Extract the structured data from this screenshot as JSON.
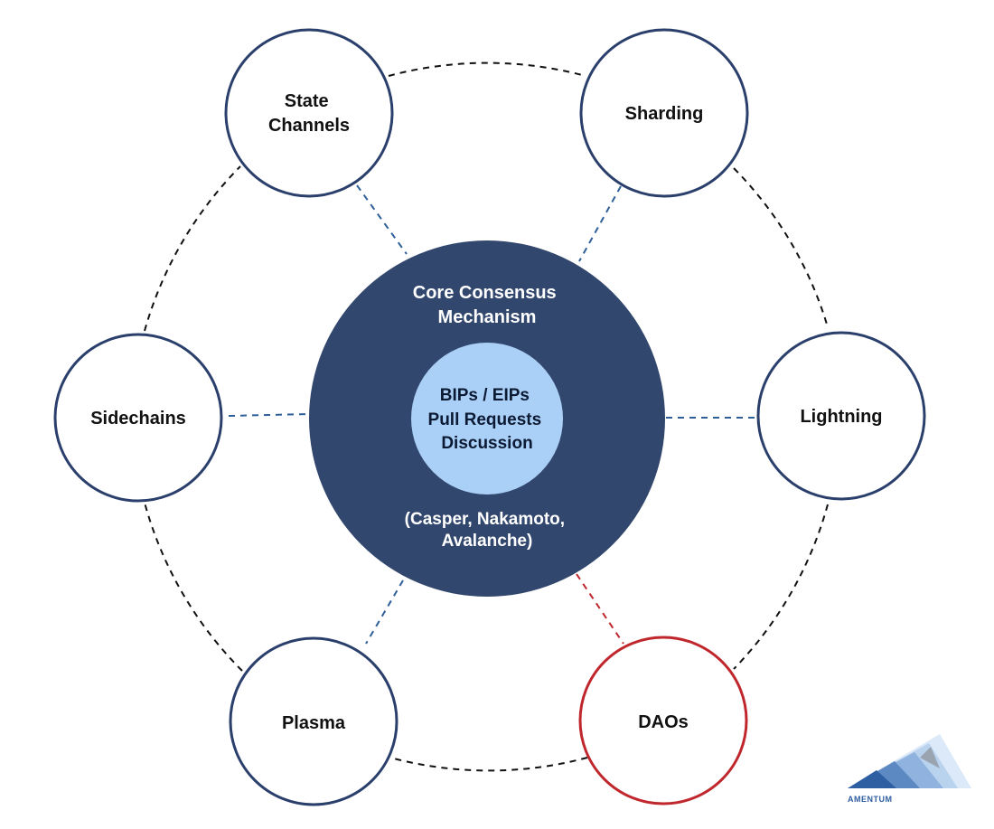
{
  "colors": {
    "node_border": "#2a3f6b",
    "highlight_border": "#c0272d",
    "core_fill": "#32476d",
    "inner_fill": "#abd0f7",
    "spoke_blue": "#2f5f99",
    "spoke_red": "#c0272d",
    "ring_dash": "#111111",
    "logo_blue": "#2e5fa3"
  },
  "core": {
    "title_lines": [
      "Core Consensus",
      "Mechanism"
    ],
    "subtitle_lines": [
      "(Casper, Nakamoto,",
      "Avalanche)"
    ],
    "inner_lines": [
      "BIPs / EIPs",
      "Pull Requests",
      "Discussion"
    ]
  },
  "nodes": {
    "state_channels": {
      "lines": [
        "State",
        "Channels"
      ],
      "highlight": false
    },
    "sharding": {
      "lines": [
        "Sharding"
      ],
      "highlight": false
    },
    "sidechains": {
      "lines": [
        "Sidechains"
      ],
      "highlight": false
    },
    "lightning": {
      "lines": [
        "Lightning"
      ],
      "highlight": false
    },
    "plasma": {
      "lines": [
        "Plasma"
      ],
      "highlight": false
    },
    "daos": {
      "lines": [
        "DAOs"
      ],
      "highlight": true
    }
  },
  "logo": {
    "text": "AMENTUM",
    "icon": "mountain-icon"
  }
}
